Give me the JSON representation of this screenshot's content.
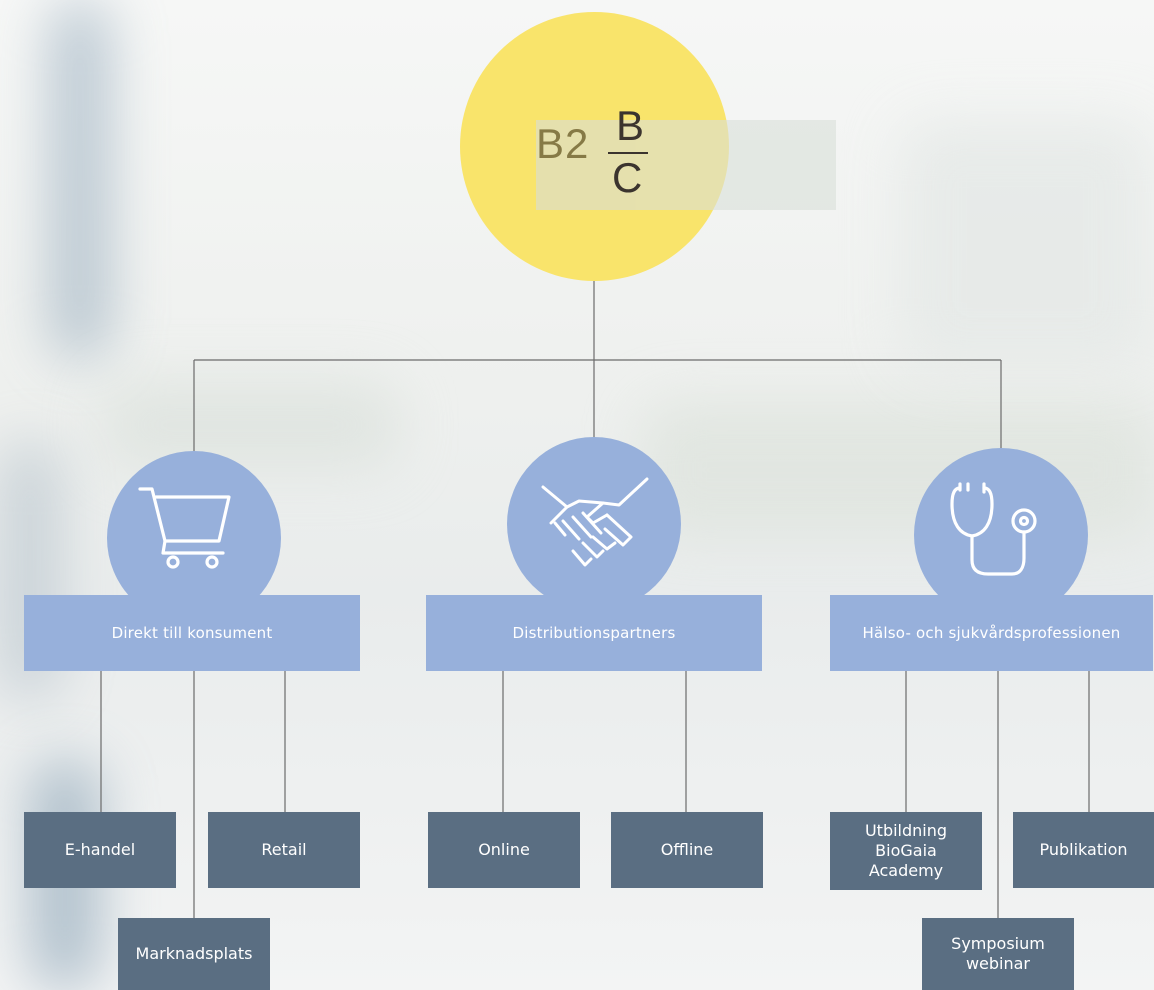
{
  "root": {
    "label_prefix": "B2",
    "label_top": "B",
    "label_bottom": "C"
  },
  "categories": [
    {
      "label": "Direkt till konsument",
      "icon": "shopping-cart-icon",
      "children": [
        "E-handel",
        "Retail",
        "Marknadsplats"
      ]
    },
    {
      "label": "Distributionspartners",
      "icon": "handshake-icon",
      "children": [
        "Online",
        "Offline"
      ]
    },
    {
      "label": "Hälso- och sjukvårdsprofessionen",
      "icon": "stethoscope-icon",
      "children": [
        "Utbildning\nBioGaia\nAcademy",
        "Publikation",
        "Symposium\nwebinar"
      ]
    }
  ],
  "colors": {
    "root": "#f9e46b",
    "category": "#97b0db",
    "leaf": "#5a6e82",
    "connector": "#6b6b6b"
  }
}
